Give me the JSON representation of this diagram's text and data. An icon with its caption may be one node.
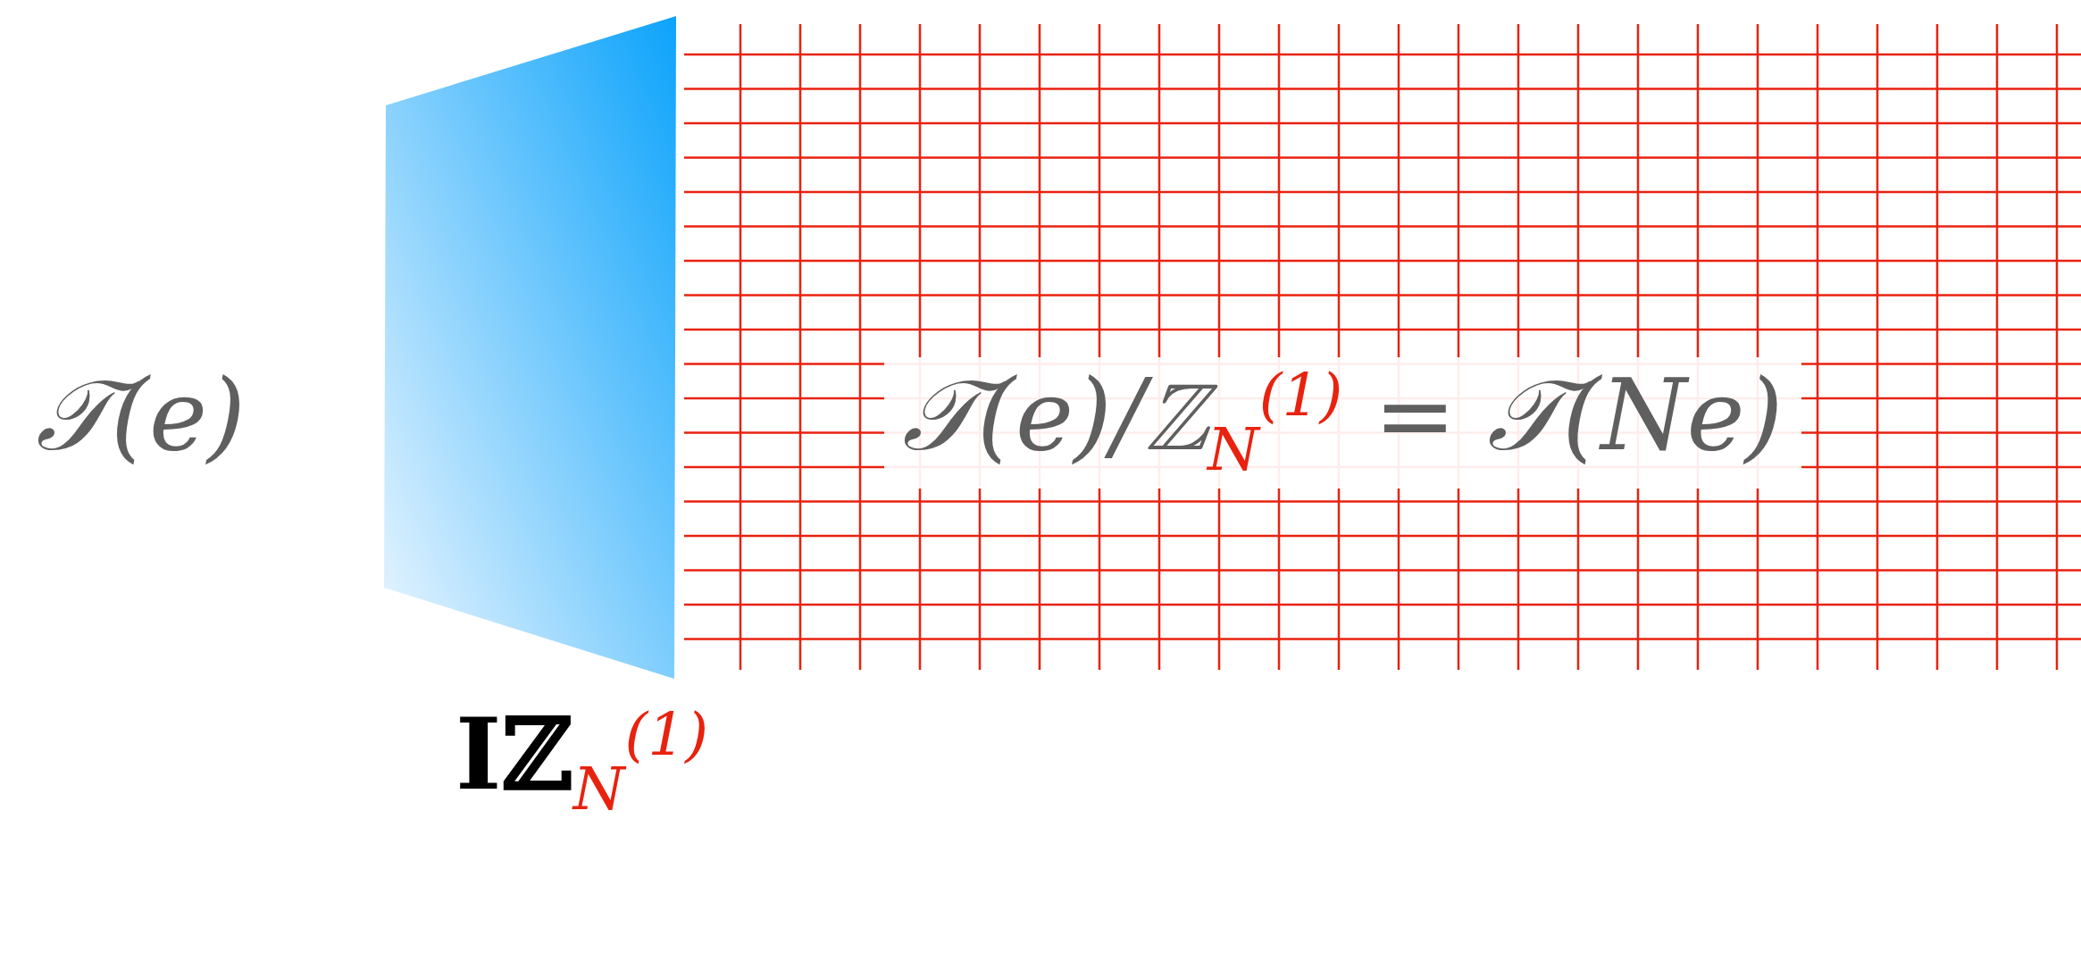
{
  "diagram": {
    "labels": [
      "𝒯(e)",
      "Iℤ$_{N}$$^{(1)}$",
      "𝒯(e)/ℤ$_{N}$$^{(1)}$ = 𝒯(Ne)"
    ]
  }
}
